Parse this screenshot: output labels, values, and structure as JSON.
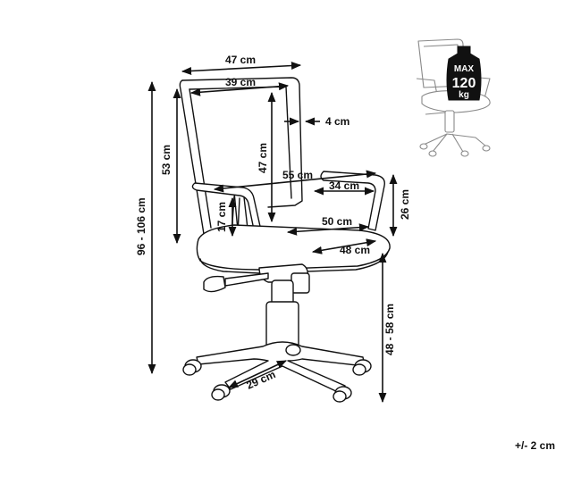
{
  "dimensions": {
    "top_width": "47 cm",
    "back_inner_width": "39 cm",
    "back_thickness": "4 cm",
    "back_height": "47 cm",
    "total_height": "96 - 106 cm",
    "back_with_seat_height": "53 cm",
    "overall_depth": "55 cm",
    "armrest_length": "34 cm",
    "armrest_height": "26 cm",
    "armrest_to_seat": "17 cm",
    "seat_width": "50 cm",
    "seat_depth": "48 cm",
    "seat_height": "48 - 58 cm",
    "base_leg": "29 cm"
  },
  "badge": {
    "line1": "MAX",
    "line2": "120",
    "line3": "kg"
  },
  "tolerance": "+/- 2 cm"
}
